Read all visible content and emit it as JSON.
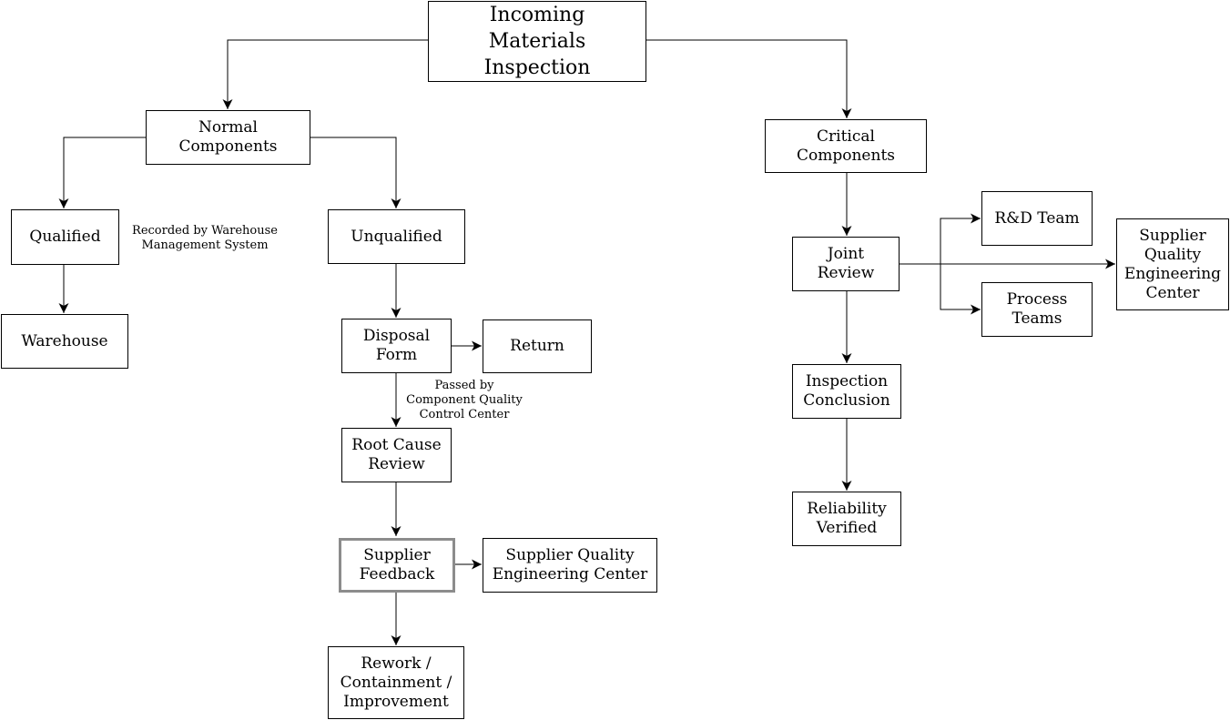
{
  "diagram_title": "Incoming Materials Inspection",
  "colors": {
    "background": "#ffffff",
    "line": "#000000",
    "node_border": "#000000",
    "node_fill": "#ffffff",
    "highlight_border": "#8c8c8c",
    "text": "#000000"
  },
  "nodes": {
    "incoming": {
      "label": "Incoming\nMaterials Inspection"
    },
    "normal": {
      "label": "Normal Components"
    },
    "critical": {
      "label": "Critical Components"
    },
    "qualified": {
      "label": "Qualified"
    },
    "unqualified": {
      "label": "Unqualified"
    },
    "warehouse": {
      "label": "Warehouse"
    },
    "disposal": {
      "label": "Disposal\nForm"
    },
    "return": {
      "label": "Return"
    },
    "root_cause": {
      "label": "Root Cause\nReview"
    },
    "supplier_feedback": {
      "label": "Supplier\nFeedback",
      "highlighted": true
    },
    "sqec_left": {
      "label": "Supplier Quality\nEngineering Center"
    },
    "rework": {
      "label": "Rework /\nContainment /\nImprovement"
    },
    "joint_review": {
      "label": "Joint Review"
    },
    "rd_team": {
      "label": "R&D Team"
    },
    "process_teams": {
      "label": "Process\nTeams"
    },
    "sqec_right": {
      "label": "Supplier\nQuality\nEngineering\nCenter"
    },
    "inspection_conclusion": {
      "label": "Inspection\nConclusion"
    },
    "reliability": {
      "label": "Reliability\nVerified"
    }
  },
  "annotations": {
    "recorded": {
      "text": "Recorded by Warehouse\nManagement System"
    },
    "passed": {
      "text": "Passed by\nComponent Quality\nControl Center"
    }
  },
  "edges": [
    {
      "from": "incoming",
      "to": "normal"
    },
    {
      "from": "incoming",
      "to": "critical"
    },
    {
      "from": "normal",
      "to": "qualified"
    },
    {
      "from": "normal",
      "to": "unqualified"
    },
    {
      "from": "qualified",
      "to": "warehouse"
    },
    {
      "from": "unqualified",
      "to": "disposal"
    },
    {
      "from": "disposal",
      "to": "return"
    },
    {
      "from": "disposal",
      "to": "root_cause",
      "label": "Passed by Component Quality Control Center"
    },
    {
      "from": "root_cause",
      "to": "supplier_feedback"
    },
    {
      "from": "supplier_feedback",
      "to": "sqec_left"
    },
    {
      "from": "supplier_feedback",
      "to": "rework"
    },
    {
      "from": "critical",
      "to": "joint_review"
    },
    {
      "from": "joint_review",
      "to": "rd_team"
    },
    {
      "from": "joint_review",
      "to": "sqec_right"
    },
    {
      "from": "joint_review",
      "to": "process_teams"
    },
    {
      "from": "joint_review",
      "to": "inspection_conclusion"
    },
    {
      "from": "inspection_conclusion",
      "to": "reliability"
    }
  ]
}
